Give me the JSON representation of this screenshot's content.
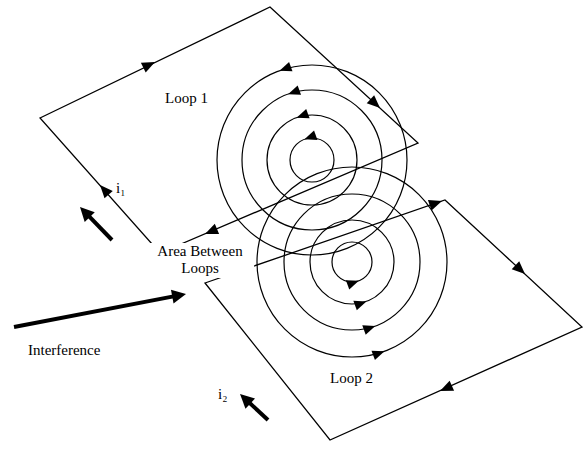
{
  "diagram": {
    "nodes": [
      {
        "text": [
          "Loop 1"
        ]
      },
      {
        "text": [
          "Loop 2"
        ]
      }
    ],
    "labels": [
      "i₁",
      "Area Between Loops",
      "Interference",
      "i₂"
    ]
  }
}
